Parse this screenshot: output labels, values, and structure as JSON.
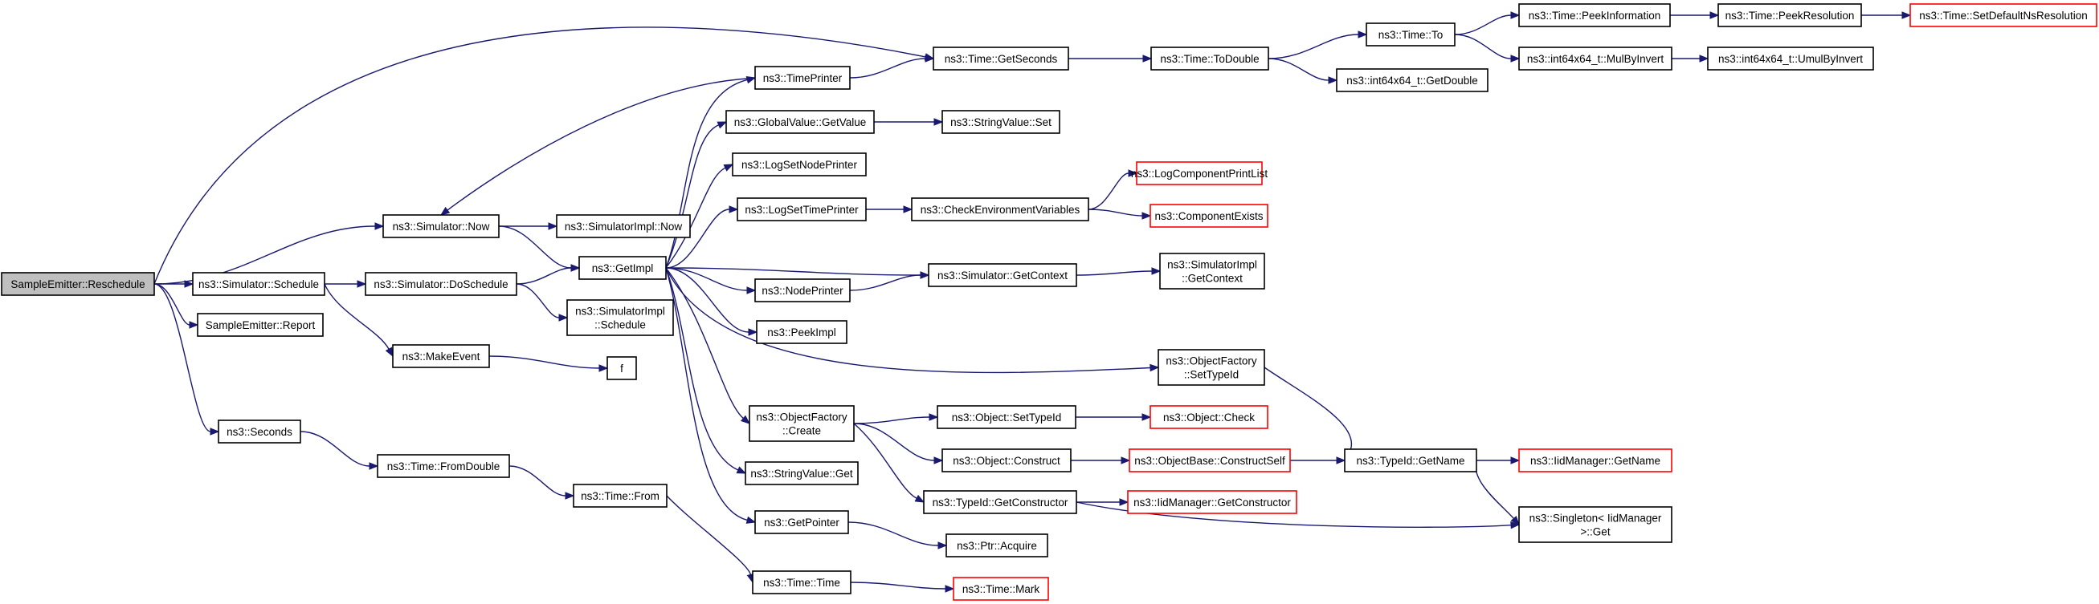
{
  "colors": {
    "edge": "#191970",
    "node_border": "#000000",
    "node_border_truncated": "#ff0000",
    "node_fill": "#ffffff",
    "root_fill": "#bfbfbf"
  },
  "graph": {
    "nodes": [
      {
        "id": "reschedule",
        "lines": [
          "SampleEmitter::Reschedule"
        ],
        "root": true
      },
      {
        "id": "sim_schedule",
        "lines": [
          "ns3::Simulator::Schedule"
        ]
      },
      {
        "id": "report",
        "lines": [
          "SampleEmitter::Report"
        ]
      },
      {
        "id": "seconds",
        "lines": [
          "ns3::Seconds"
        ]
      },
      {
        "id": "sim_now",
        "lines": [
          "ns3::Simulator::Now"
        ]
      },
      {
        "id": "simimpl_now",
        "lines": [
          "ns3::SimulatorImpl::Now"
        ]
      },
      {
        "id": "sim_doschedule",
        "lines": [
          "ns3::Simulator::DoSchedule"
        ]
      },
      {
        "id": "makeevent",
        "lines": [
          "ns3::MakeEvent"
        ]
      },
      {
        "id": "f",
        "lines": [
          "f"
        ]
      },
      {
        "id": "simimpl_schedule",
        "lines": [
          "ns3::SimulatorImpl",
          "::Schedule"
        ]
      },
      {
        "id": "getimpl",
        "lines": [
          "ns3::GetImpl"
        ]
      },
      {
        "id": "timeprinter",
        "lines": [
          "ns3::TimePrinter"
        ]
      },
      {
        "id": "gv_getvalue",
        "lines": [
          "ns3::GlobalValue::GetValue"
        ]
      },
      {
        "id": "stringvalue_set",
        "lines": [
          "ns3::StringValue::Set"
        ]
      },
      {
        "id": "logsetnodeprinter",
        "lines": [
          "ns3::LogSetNodePrinter"
        ]
      },
      {
        "id": "logsettimeprinter",
        "lines": [
          "ns3::LogSetTimePrinter"
        ]
      },
      {
        "id": "checkenv",
        "lines": [
          "ns3::CheckEnvironmentVariables"
        ]
      },
      {
        "id": "logcompprintlist",
        "lines": [
          "ns3::LogComponentPrintList"
        ],
        "truncated": true
      },
      {
        "id": "compexists",
        "lines": [
          "ns3::ComponentExists"
        ],
        "truncated": true
      },
      {
        "id": "nodeprinter",
        "lines": [
          "ns3::NodePrinter"
        ]
      },
      {
        "id": "sim_getcontext",
        "lines": [
          "ns3::Simulator::GetContext"
        ]
      },
      {
        "id": "simimpl_getcontext",
        "lines": [
          "ns3::SimulatorImpl",
          "::GetContext"
        ]
      },
      {
        "id": "peekimpl",
        "lines": [
          "ns3::PeekImpl"
        ]
      },
      {
        "id": "of_settypeid",
        "lines": [
          "ns3::ObjectFactory",
          "::SetTypeId"
        ]
      },
      {
        "id": "of_create",
        "lines": [
          "ns3::ObjectFactory",
          "::Create"
        ]
      },
      {
        "id": "obj_settypeid",
        "lines": [
          "ns3::Object::SetTypeId"
        ]
      },
      {
        "id": "obj_check",
        "lines": [
          "ns3::Object::Check"
        ],
        "truncated": true
      },
      {
        "id": "obj_construct",
        "lines": [
          "ns3::Object::Construct"
        ]
      },
      {
        "id": "objbase_constructself",
        "lines": [
          "ns3::ObjectBase::ConstructSelf"
        ],
        "truncated": true
      },
      {
        "id": "typeid_getname",
        "lines": [
          "ns3::TypeId::GetName"
        ]
      },
      {
        "id": "iidmgr_getname",
        "lines": [
          "ns3::IidManager::GetName"
        ],
        "truncated": true
      },
      {
        "id": "stringvalue_get",
        "lines": [
          "ns3::StringValue::Get"
        ]
      },
      {
        "id": "typeid_getconstructor",
        "lines": [
          "ns3::TypeId::GetConstructor"
        ]
      },
      {
        "id": "iidmgr_getconstructor",
        "lines": [
          "ns3::IidManager::GetConstructor"
        ],
        "truncated": true
      },
      {
        "id": "singleton_get",
        "lines": [
          "ns3::Singleton< IidManager",
          " >::Get"
        ]
      },
      {
        "id": "getpointer",
        "lines": [
          "ns3::GetPointer"
        ]
      },
      {
        "id": "ptr_acquire",
        "lines": [
          "ns3::Ptr::Acquire"
        ]
      },
      {
        "id": "time_fromdouble",
        "lines": [
          "ns3::Time::FromDouble"
        ]
      },
      {
        "id": "time_from",
        "lines": [
          "ns3::Time::From"
        ]
      },
      {
        "id": "time_time",
        "lines": [
          "ns3::Time::Time"
        ]
      },
      {
        "id": "time_mark",
        "lines": [
          "ns3::Time::Mark"
        ],
        "truncated": true
      },
      {
        "id": "time_getseconds",
        "lines": [
          "ns3::Time::GetSeconds"
        ]
      },
      {
        "id": "time_todouble",
        "lines": [
          "ns3::Time::ToDouble"
        ]
      },
      {
        "id": "time_to",
        "lines": [
          "ns3::Time::To"
        ]
      },
      {
        "id": "int64_getdouble",
        "lines": [
          "ns3::int64x64_t::GetDouble"
        ]
      },
      {
        "id": "time_peekinfo",
        "lines": [
          "ns3::Time::PeekInformation"
        ]
      },
      {
        "id": "time_peekres",
        "lines": [
          "ns3::Time::PeekResolution"
        ]
      },
      {
        "id": "time_setdefaultns",
        "lines": [
          "ns3::Time::SetDefaultNsResolution"
        ],
        "truncated": true
      },
      {
        "id": "int64_mulbyinvert",
        "lines": [
          "ns3::int64x64_t::MulByInvert"
        ]
      },
      {
        "id": "int64_umulbyinvert",
        "lines": [
          "ns3::int64x64_t::UmulByInvert"
        ]
      }
    ],
    "edges": [
      [
        "reschedule",
        "sim_schedule"
      ],
      [
        "reschedule",
        "report"
      ],
      [
        "reschedule",
        "seconds"
      ],
      [
        "reschedule",
        "sim_now"
      ],
      [
        "reschedule",
        "time_getseconds"
      ],
      [
        "sim_schedule",
        "sim_doschedule"
      ],
      [
        "sim_schedule",
        "makeevent"
      ],
      [
        "sim_now",
        "simimpl_now"
      ],
      [
        "sim_now",
        "getimpl"
      ],
      [
        "sim_doschedule",
        "getimpl"
      ],
      [
        "sim_doschedule",
        "simimpl_schedule"
      ],
      [
        "makeevent",
        "f"
      ],
      [
        "getimpl",
        "timeprinter"
      ],
      [
        "getimpl",
        "gv_getvalue"
      ],
      [
        "getimpl",
        "logsetnodeprinter"
      ],
      [
        "getimpl",
        "logsettimeprinter"
      ],
      [
        "getimpl",
        "sim_getcontext"
      ],
      [
        "getimpl",
        "nodeprinter"
      ],
      [
        "getimpl",
        "peekimpl"
      ],
      [
        "getimpl",
        "of_settypeid"
      ],
      [
        "getimpl",
        "of_create"
      ],
      [
        "getimpl",
        "stringvalue_get"
      ],
      [
        "getimpl",
        "getpointer"
      ],
      [
        "timeprinter",
        "time_getseconds"
      ],
      [
        "timeprinter",
        "sim_now"
      ],
      [
        "gv_getvalue",
        "stringvalue_set"
      ],
      [
        "logsettimeprinter",
        "checkenv"
      ],
      [
        "checkenv",
        "logcompprintlist"
      ],
      [
        "checkenv",
        "compexists"
      ],
      [
        "nodeprinter",
        "sim_getcontext"
      ],
      [
        "sim_getcontext",
        "simimpl_getcontext"
      ],
      [
        "of_settypeid",
        "typeid_getname"
      ],
      [
        "of_create",
        "obj_settypeid"
      ],
      [
        "of_create",
        "obj_construct"
      ],
      [
        "of_create",
        "typeid_getconstructor"
      ],
      [
        "obj_settypeid",
        "obj_check"
      ],
      [
        "obj_construct",
        "objbase_constructself"
      ],
      [
        "objbase_constructself",
        "typeid_getname"
      ],
      [
        "typeid_getname",
        "iidmgr_getname"
      ],
      [
        "typeid_getname",
        "singleton_get"
      ],
      [
        "typeid_getconstructor",
        "iidmgr_getconstructor"
      ],
      [
        "typeid_getconstructor",
        "singleton_get"
      ],
      [
        "getpointer",
        "ptr_acquire"
      ],
      [
        "seconds",
        "time_fromdouble"
      ],
      [
        "time_fromdouble",
        "time_from"
      ],
      [
        "time_from",
        "time_time"
      ],
      [
        "time_time",
        "time_mark"
      ],
      [
        "time_getseconds",
        "time_todouble"
      ],
      [
        "time_todouble",
        "time_to"
      ],
      [
        "time_todouble",
        "int64_getdouble"
      ],
      [
        "time_to",
        "time_peekinfo"
      ],
      [
        "time_to",
        "int64_mulbyinvert"
      ],
      [
        "time_peekinfo",
        "time_peekres"
      ],
      [
        "time_peekres",
        "time_setdefaultns"
      ],
      [
        "int64_mulbyinvert",
        "int64_umulbyinvert"
      ]
    ]
  }
}
